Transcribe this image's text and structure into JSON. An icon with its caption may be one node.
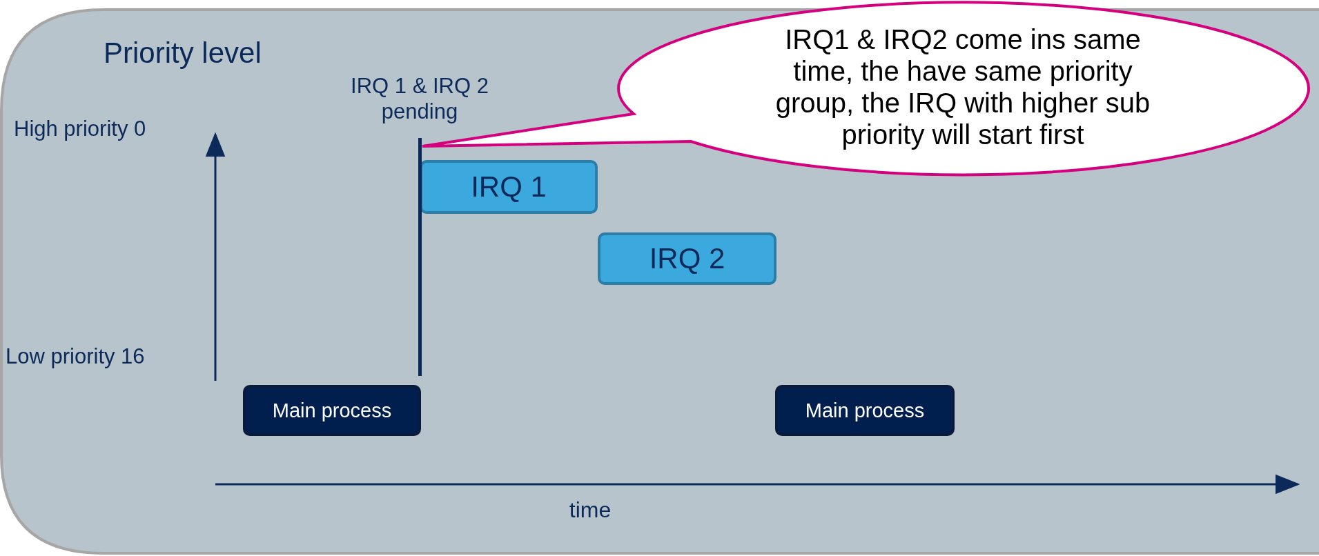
{
  "diagram": {
    "nodes": [
      {
        "text": [
          "IRQ 1"
        ]
      },
      {
        "text": [
          "IRQ 2"
        ]
      },
      {
        "text": [
          "Main process"
        ]
      },
      {
        "text": [
          "Main process"
        ]
      },
      {
        "text": [
          "IRQ1 & IRQ2 come ins same time, the have same priority group, the IRQ with higher sub priority will start first"
        ]
      },
      {
        "text": [],
        "shape": "bar"
      }
    ],
    "labels": [
      "Priority level",
      "IRQ 1 & IRQ 2 pending",
      "High priority 0",
      "Low priority 16",
      "time"
    ]
  }
}
